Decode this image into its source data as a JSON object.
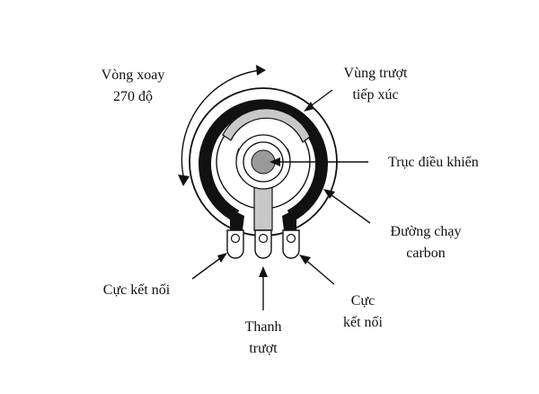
{
  "labels": {
    "rotation_line1": "Vòng xoay",
    "rotation_line2": "270 độ",
    "contact_line1": "Vùng trượt",
    "contact_line2": "tiếp xúc",
    "shaft": "Trục điều khiển",
    "track_line1": "Đường chạy",
    "track_line2": "carbon",
    "terminal_left": "Cực kết nối",
    "terminal_right_line1": "Cực",
    "terminal_right_line2": "kết nối",
    "wiper_line1": "Thanh",
    "wiper_line2": "trượt"
  },
  "colors": {
    "ink": "#111111",
    "shaft_gray": "#9a9a9a",
    "wiper_gray": "#c8c8c8",
    "background": "#ffffff"
  }
}
